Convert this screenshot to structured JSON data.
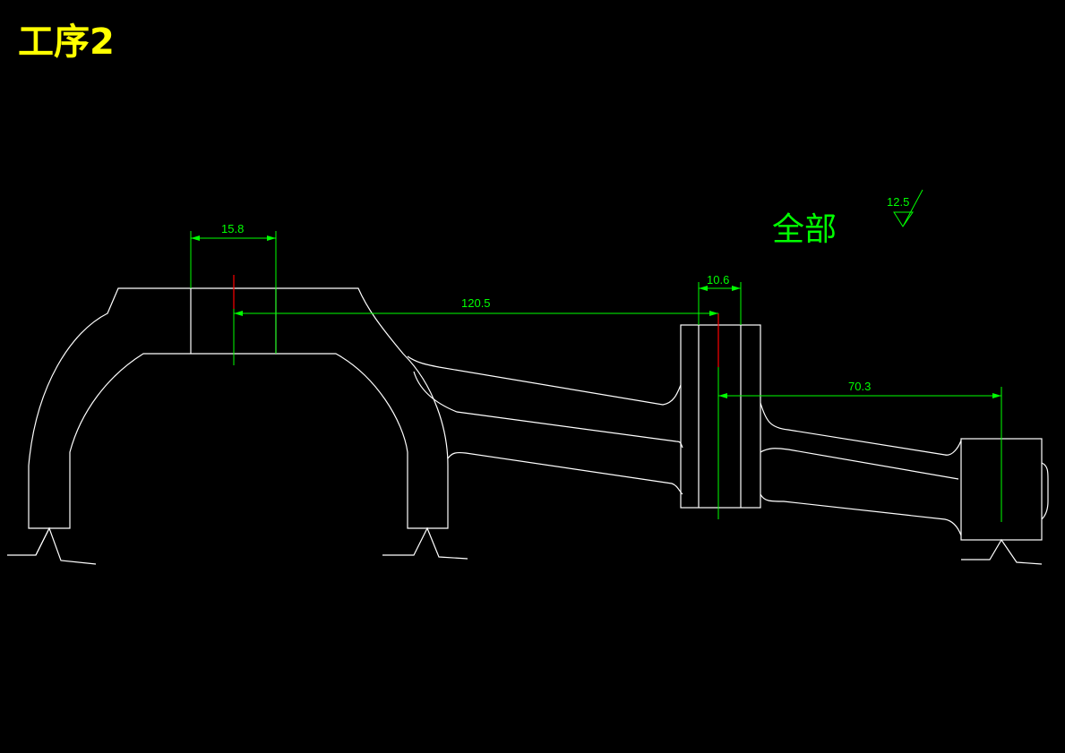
{
  "title": "工序2",
  "note": "全部",
  "roughness": "12.5",
  "dimensions": {
    "d1": "15.8",
    "d2": "120.5",
    "d3": "10.6",
    "d4": "70.3"
  },
  "colors": {
    "background": "#000000",
    "outline": "#ffffff",
    "dimension": "#00ff00",
    "title": "#ffff00",
    "axis": "#ff0000"
  }
}
